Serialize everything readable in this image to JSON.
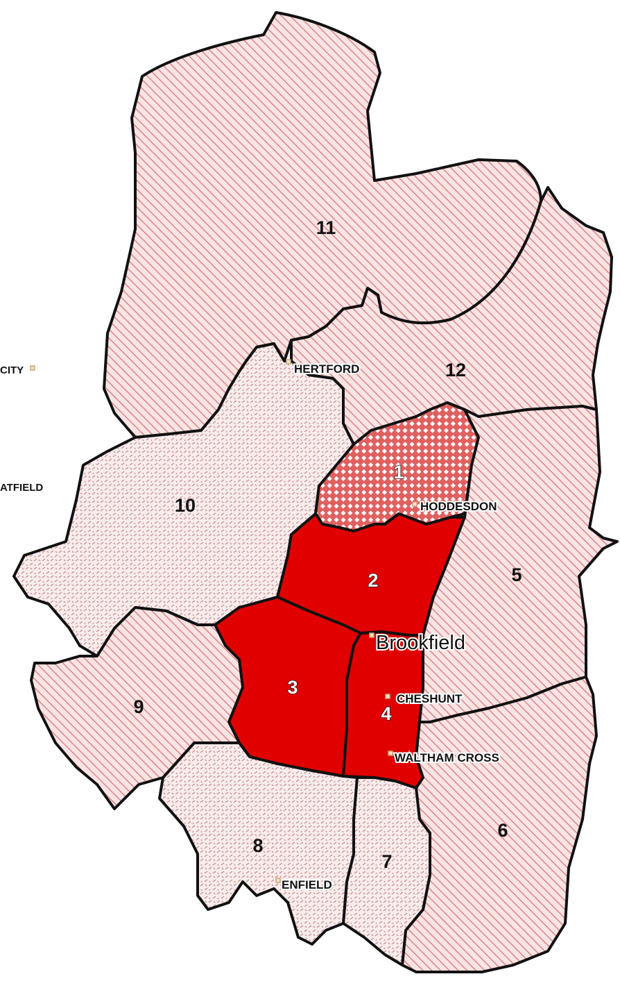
{
  "colors": {
    "hatch_light_bg": "#fae3e3",
    "hatch_light_line": "#d9868a",
    "dotted_bg": "#f8ecec",
    "dotted_line": "#c98c8f",
    "checker_fg": "#e06060",
    "solid_red": "#e00000",
    "border": "#111111"
  },
  "zones": [
    {
      "id": "1",
      "label": "1",
      "fill": "checker"
    },
    {
      "id": "2",
      "label": "2",
      "fill": "solid"
    },
    {
      "id": "3",
      "label": "3",
      "fill": "solid"
    },
    {
      "id": "4",
      "label": "4",
      "fill": "solid"
    },
    {
      "id": "5",
      "label": "5",
      "fill": "hatch"
    },
    {
      "id": "6",
      "label": "6",
      "fill": "hatch"
    },
    {
      "id": "7",
      "label": "7",
      "fill": "dotted"
    },
    {
      "id": "8",
      "label": "8",
      "fill": "dotted"
    },
    {
      "id": "9",
      "label": "9",
      "fill": "hatch"
    },
    {
      "id": "10",
      "label": "10",
      "fill": "dotted"
    },
    {
      "id": "11",
      "label": "11",
      "fill": "hatch"
    },
    {
      "id": "12",
      "label": "12",
      "fill": "hatch"
    }
  ],
  "towns": [
    {
      "id": "hertford",
      "label": "HERTFORD"
    },
    {
      "id": "hoddesdon",
      "label": "HODDESDON"
    },
    {
      "id": "brookfield",
      "label": "Brookfield"
    },
    {
      "id": "cheshunt",
      "label": "CHESHUNT"
    },
    {
      "id": "waltham-cross",
      "label": "WALTHAM CROSS"
    },
    {
      "id": "enfield",
      "label": "ENFIELD"
    },
    {
      "id": "city",
      "label": "CITY"
    },
    {
      "id": "hatfield",
      "label": "ATFIELD"
    }
  ]
}
